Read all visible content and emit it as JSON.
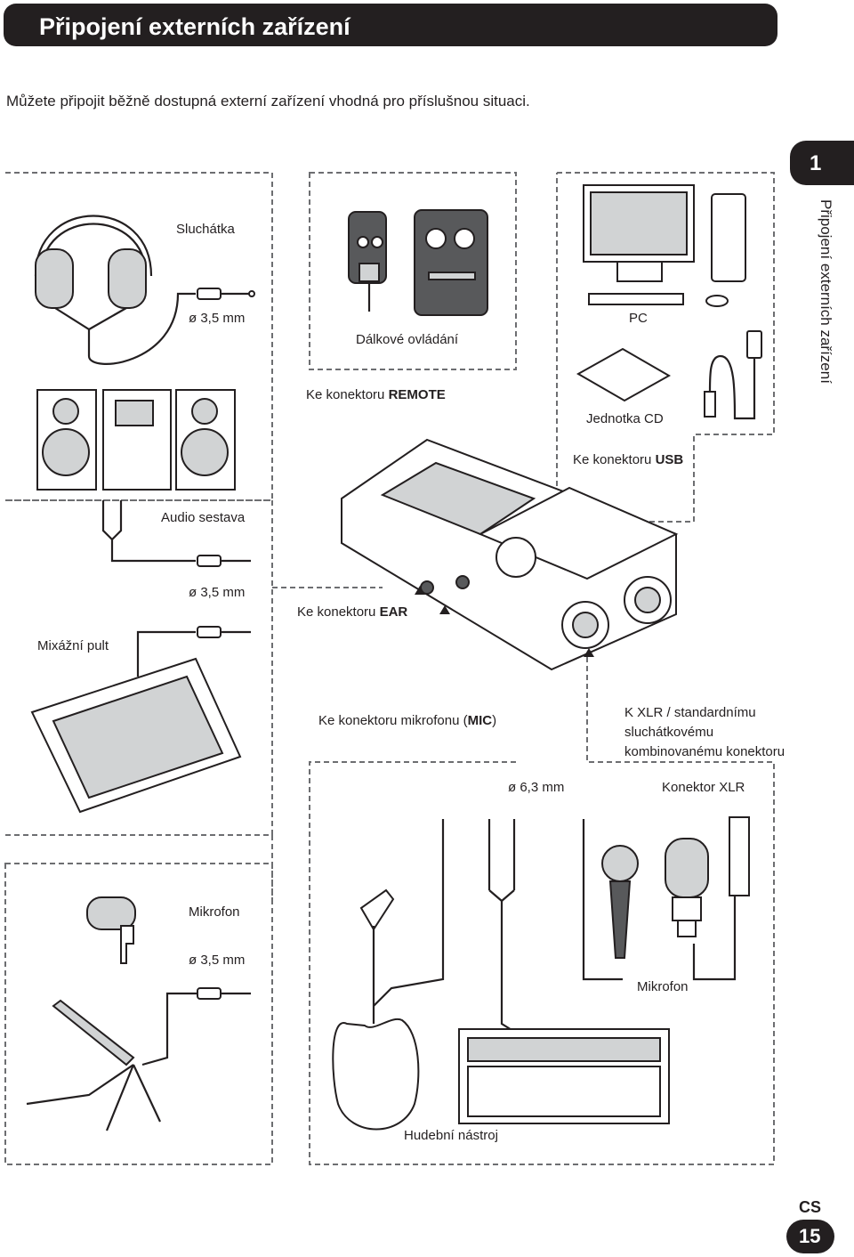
{
  "header": {
    "title": "Připojení externích zařízení"
  },
  "intro": "Můžete připojit běžně dostupná externí zařízení vhodná pro příslušnou situaci.",
  "chapter": {
    "number": "1",
    "side_title": "Připojení externích zařízení"
  },
  "labels": {
    "headphones": "Sluchátka",
    "size_35_a": "ø 3,5 mm",
    "remote": "Dálkové ovládání",
    "to_remote_prefix": "Ke konektoru ",
    "to_remote_bold": "REMOTE",
    "pc": "PC",
    "cd_unit": "Jednotka CD",
    "to_usb_prefix": "Ke konektoru ",
    "to_usb_bold": "USB",
    "audio_system": "Audio sestava",
    "size_35_b": "ø 3,5 mm",
    "to_ear_prefix": "Ke konektoru ",
    "to_ear_bold": "EAR",
    "mixer": "Mixážní pult",
    "to_mic_prefix": "Ke konektoru mikrofonu (",
    "to_mic_bold": "MIC",
    "to_mic_suffix": ")",
    "xlr_line1": "K XLR / standardnímu",
    "xlr_line2": "sluchátkovému",
    "xlr_line3": "kombinovanému konektoru",
    "size_63": "ø 6,3 mm",
    "xlr_connector": "Konektor XLR",
    "microphone_a": "Mikrofon",
    "size_35_c": "ø 3,5 mm",
    "microphone_b": "Mikrofon",
    "instrument": "Hudební nástroj"
  },
  "footer": {
    "language": "CS",
    "page": "15"
  }
}
